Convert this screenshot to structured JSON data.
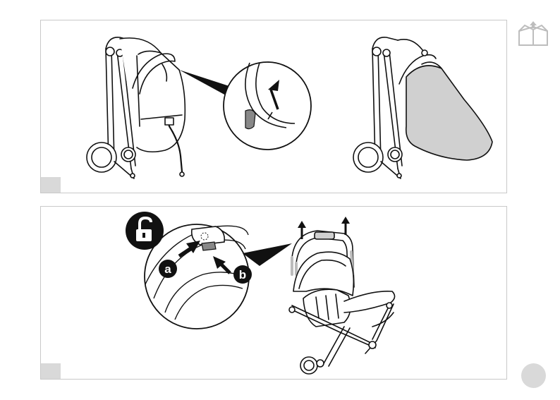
{
  "step1": {
    "illustration": "stroller-folded-canopy-pull"
  },
  "step2": {
    "illustration": "stroller-handlebar-unlock",
    "callouts": [
      {
        "id": "a",
        "text": "a"
      },
      {
        "id": "b",
        "text": "b"
      }
    ]
  },
  "icons": {
    "corner": "box-open-icon",
    "lock": "unlock-icon"
  },
  "colors": {
    "border": "#c9c9c9",
    "step_box": "#d9d9d9",
    "fill_gray": "#d0d0d0",
    "ink": "#111111"
  }
}
